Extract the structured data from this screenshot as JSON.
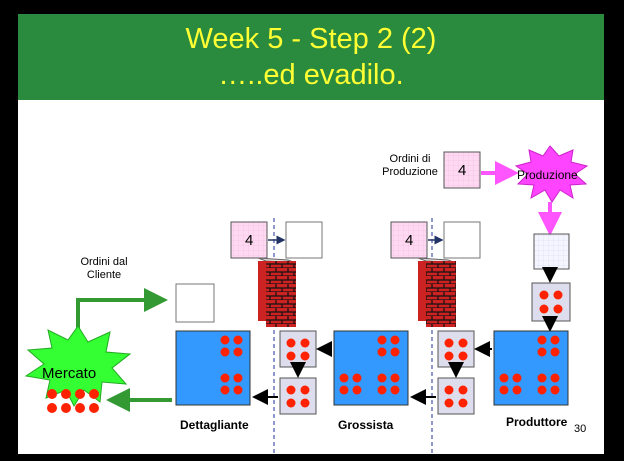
{
  "title": {
    "line1": "Week 5 - Step 2 (2)",
    "line2": "…..ed evadilo."
  },
  "labels": {
    "ordini_di_produzione_line1": "Ordini di",
    "ordini_di_produzione_line2": "Produzione",
    "produzione": "Produzione",
    "ordini_dal_cliente_line1": "Ordini dal",
    "ordini_dal_cliente_line2": "Cliente",
    "mercato": "Mercato",
    "dettagliante": "Dettagliante",
    "grossista": "Grossista",
    "produttore": "Produttore",
    "page_number": "30"
  },
  "order_cards": {
    "production_order": "4",
    "retailer_to_wholesaler_order": "4",
    "wholesaler_to_producer_order": "4"
  },
  "colors": {
    "title_bar": "#2a8a3e",
    "title_text": "#ffff33",
    "warehouse": "#3399ff",
    "token": "#ff2200",
    "order_card": "#ffccee",
    "burst_pink": "#ff44ff",
    "burst_green": "#33ff33",
    "arrow_green": "#339933",
    "wall": "#cc2222"
  }
}
